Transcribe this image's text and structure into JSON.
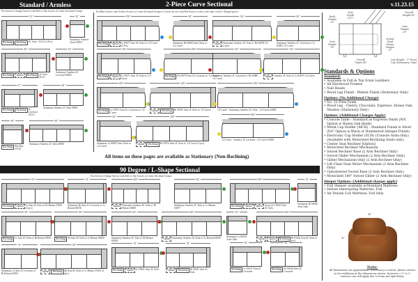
{
  "header": {
    "standard": "Standard / Armless",
    "curve": "2-Piece Curve Sectional",
    "version": "v.11.23.15",
    "lshape": "90 Degree / L-Shape Sectional"
  },
  "notes": {
    "standard": "Put Green or Orange Arrows with Red or Tan Arrows to Create Sectional Groups",
    "curve": "Put Blue Arrows with Yellow Arrows to Create Sectional Groups  or Green Arrows with Red Arrows  to mix with some of the L-Shaped pieces.",
    "lshape": "Put Green or Orange Arrows with Red or Tan Arrows to Create Sectional Groups",
    "stationary": "All items on these pages are available as Stationary (Non-Reclining)"
  },
  "colors": {
    "green": "#3a9a3a",
    "red": "#c0282a",
    "blue": "#2a8ad8",
    "yellow": "#e8d21a"
  },
  "sections": {
    "standard": [
      {
        "dim": "111\"",
        "label": "8C Sofa - 55112 (2 Pcs)",
        "seats": 4,
        "arms": "both",
        "tags": [
          "Reclining",
          "Reclining"
        ]
      },
      {
        "dim": "22\"",
        "label": "Stationary Armless Chair 63003",
        "seats": 1,
        "arms": "none",
        "tags": []
      },
      {
        "dim": "90\"",
        "label": "3C Sofa 55111",
        "seats": 3,
        "arms": "both",
        "tags": [
          "Reclining",
          "Option",
          "Reclining"
        ]
      },
      {
        "dim": "44\"",
        "label": "Stationary Armless 2C Loveseat 63002",
        "seats": 2,
        "arms": "none",
        "tags": []
      },
      {
        "dim": "67\"",
        "label": "2C Loveseat 55113",
        "seats": 2,
        "arms": "both",
        "tags": [
          "Reclining",
          "Reclining"
        ]
      },
      {
        "dim": "66\"",
        "label": "Stationary Armless 3C Sofa 63001",
        "seats": 3,
        "arms": "none",
        "tags": []
      },
      {
        "dim": "40\"",
        "label": "Recliner 55114",
        "seats": 1,
        "arms": "both",
        "tags": [
          "Reclining"
        ]
      },
      {
        "dim": "88\"",
        "label": "Stationary Armless 4C Sofa 63000",
        "seats": 4,
        "arms": "none",
        "tags": []
      }
    ],
    "curve": [
      {
        "dim": "150\"",
        "label": "Lt 55075 Arm 4C Sofa w/ 1/2 Curve (2 Pcs)",
        "seats": 4,
        "arms": "left",
        "tags": [
          "Reclining",
          "Option"
        ]
      },
      {
        "dim": "84\"",
        "label": "Stationary Rt 63084 Arm Chair w/ 1/2 Curve",
        "seats": 1,
        "arms": "right",
        "tags": []
      },
      {
        "dim": "116\"",
        "label": "Stationary Armless 3C Sofa w/ Rt 63078 1/2 Curve",
        "seats": 3,
        "arms": "none",
        "tags": [
          "Option"
        ]
      },
      {
        "dim": "84\"",
        "label": "Stationary Armless 2C Loveseat w/ Lt 63081 1/2 Curve",
        "seats": 2,
        "arms": "none",
        "tags": []
      },
      {
        "dim": "120\"",
        "label": "Lt 55071 Arm 3C Sofa w/ 1/2 Curve",
        "seats": 3,
        "arms": "left",
        "tags": [
          "Reclining",
          "Option"
        ]
      },
      {
        "dim": "100\"",
        "label": "Rt 55078 Arm 2C Loveseat w/ 1/2 Curve",
        "seats": 2,
        "arms": "right",
        "tags": [
          "Reclining"
        ]
      },
      {
        "dim": "90\"",
        "label": "Stationary Armless 2C Loveseat w/ Rt 63080 1/2 Curve",
        "seats": 2,
        "arms": "none",
        "tags": []
      },
      {
        "dim": "116\"",
        "label": "Armless 3C Sofa w/ Lt 63079 1/2 Curve",
        "seats": 3,
        "arms": "none",
        "tags": [
          "Option"
        ]
      },
      {
        "dim": "100\"",
        "label": "Lt 55073 Arm 2C Loveseat w/ 1/2 Curve",
        "seats": 2,
        "arms": "left",
        "tags": [
          "Reclining"
        ]
      },
      {
        "dim": "120\"",
        "label": "Rt 55070 Arm 3C Sofa w/ 1/2 Curve",
        "seats": 3,
        "arms": "right",
        "tags": [
          "Option",
          "Reclining"
        ]
      },
      {
        "dim": "190\"",
        "label": "1/2 Curve - Stationary Armless 3C Sofa - 1/2 Curve 63082",
        "seats": 3,
        "arms": "none",
        "tags": []
      },
      {
        "dim": "84\"",
        "label": "Stationary Lt 63085 Arm Chair w/ 1/2 Curve",
        "seats": 1,
        "arms": "left",
        "tags": []
      },
      {
        "dim": "150\"",
        "label": "Rt 55074 Arm 4C Sofa w/ 1/2 Curve (2 pcs)",
        "seats": 4,
        "arms": "right",
        "tags": [
          "Option",
          "Reclining"
        ]
      },
      {
        "dim": "160\"",
        "label": "1/2 Curve - Armless 2C Loveseat - 1/2 Curve 63083",
        "seats": 2,
        "arms": "none",
        "tags": []
      }
    ],
    "lshape": [
      {
        "dim": "110\"",
        "label": "Lt Arm 4C Sofa w/ Rt Return 55035 (2 pcs)",
        "seats": 4,
        "arms": "left",
        "tags": [
          "Reclining",
          "Option"
        ]
      },
      {
        "dim": "74\"",
        "label": "Stationary Rt Arm 2C Loveseat w/ Lt Return 63056",
        "seats": 2,
        "arms": "right",
        "tags": []
      },
      {
        "dim": "100\"",
        "label": "Stationary Armless 4C Sofa w/ Rt Return 63060",
        "seats": 4,
        "arms": "none",
        "tags": [
          "Option"
        ]
      },
      {
        "dim": "84\"",
        "label": "Stationary Armless 3C Sofa w/ Lt Return 63057",
        "seats": 3,
        "arms": "none",
        "tags": []
      },
      {
        "dim": "100\"",
        "label": "(2 pcs) Lt 55043 Arm 4C Sofa",
        "seats": 4,
        "arms": "left",
        "tags": [
          "Reclining",
          "Option",
          "Option"
        ]
      },
      {
        "dim": "35\"",
        "label": "Stationary Rt 63040 Arm Chair",
        "seats": 1,
        "arms": "right",
        "tags": []
      },
      {
        "dim": "90\"",
        "label": "Lt Arm 3C Sofa w/ Rt Return 55051",
        "seats": 3,
        "arms": "left",
        "tags": [
          "Reclining"
        ]
      },
      {
        "dim": "90\"",
        "label": "Rt Arm 3C Sofa w/ Lt Return 55050",
        "seats": 3,
        "arms": "right",
        "tags": [
          "Reclining"
        ]
      },
      {
        "dim": "84\"",
        "label": "Stationary Armless 3C Sofa w/ Rt Return 63058",
        "seats": 3,
        "arms": "none",
        "tags": []
      },
      {
        "dim": "100\"",
        "label": "Stationary Armless 4C Sofa w/ Lt Return 63059",
        "seats": 4,
        "arms": "none",
        "tags": [
          "Option"
        ]
      },
      {
        "dim": "35\"",
        "label": "Stationary Lt 63040 Arm Chair",
        "seats": 1,
        "arms": "left",
        "tags": []
      },
      {
        "dim": "100\"",
        "label": "Rt 55042 Arm 4C Sofa (2 pcs)",
        "seats": 4,
        "arms": "right",
        "tags": [
          "Option",
          "Option",
          "Reclining"
        ]
      },
      {
        "dim": "74\"",
        "label": "Stationary Lt Arm 2C Loveseat w/ Rt Return 63055",
        "seats": 2,
        "arms": "left",
        "tags": []
      },
      {
        "dim": "110\"",
        "label": "Rt Arm 4C Sofa w/ Lt Return 55033 (2 pcs)",
        "seats": 4,
        "arms": "right",
        "tags": [
          "Option",
          "Reclining"
        ]
      },
      {
        "dim": "76\"",
        "label": "Lt 55041 Arm 3C Sofa",
        "seats": 3,
        "arms": "left",
        "tags": [
          "Reclining",
          "Option"
        ]
      },
      {
        "dim": "76\"",
        "label": "Rt 55041 Arm 3C Sofa",
        "seats": 3,
        "arms": "right",
        "tags": [
          "Option",
          "Reclining"
        ]
      },
      {
        "dim": "56\"",
        "label": "Lt 55047 Arm 2C Loveseat",
        "seats": 2,
        "arms": "left",
        "tags": [
          "Reclining"
        ]
      },
      {
        "dim": "56\"",
        "label": "Rt 55046 Arm 2C Loveseat",
        "seats": 2,
        "arms": "right",
        "tags": [
          "Reclining"
        ]
      }
    ]
  },
  "diagram": {
    "seat_depth": "Seat Depth 20.5\"",
    "back_height": "Back Height 20\"",
    "overall_height": "Overall Height 41\"",
    "arm_height": "Arm Height 25\"",
    "seat_height": "Seat Height 19\"",
    "actual_hard_frame": "Actual Hard Frame Height 11\"",
    "overall_depth": "Overall Depth 40\"",
    "leg": "Leg Height - 3\" Wood Leg (Stationary Only)"
  },
  "options": {
    "title": "Standards & Options",
    "standard_h": "Standard:",
    "standard": [
      "Available in Full & Top Grain Leathers",
      "All Hardwood Frames",
      "Nail Heads",
      "Wood Leg Finish - Walnut Finish (Stationary Only)"
    ],
    "noCharge_h": "Options: (No Additional Charge)",
    "noCharge": [
      "No. 33 Firm Foam",
      "Wood Leg - Cherry, Chocolate, Espresso, Honey Oak, Shadow (Stationary Only)"
    ],
    "charge_h": "Options: (Additional Charges Apply)",
    "charge": [
      "Console Table - Standard as Espresso finish (N/C Option is Honey Oak finish)",
      "Metal Cup Holder (MCH) - Standard Finish is Silver (N/C Option is Black or Hammered Antique Finish)",
      "Electronic Cup Holder (ECH) (Console Arms Only) (Available with Motorized Reclining Seats only)",
      "Center Seat Recliner [Option]",
      "Motorized Recliner Mechanism",
      "Swivel Recliner Base (2 Arm Recliner Only)",
      "Swivel Glider Mechanism (2 Arm Recliner Only)",
      "Glider Mechanism Only (2 Arm Recliner Only)",
      "Lift Chair Dual Motor Mechanism (2 Arm Recliner Only)",
      "Upholstered Swivel Base (2 Arm Recliner Only)",
      "Motorized 180° Swivel Glider (2 Arm Recliner Only)"
    ],
    "sleeper_h": "Sleeper Options: (Additional charges apply)",
    "sleeper": [
      "Full Sleeper available w/Standard Mattress",
      "Deluxe Innerspring Mattress: Full",
      "Air Dream Coil Mattress: Full Only"
    ],
    "chair_w": "40\"",
    "chair_h": "41\"",
    "note_h": "Note:",
    "note": "All Dimensions are approximate, if accuracy is crucial, please contact us for validation of the dimensions shown. However, a 1\" to 2\" variance can still apply due to foam and upholstery."
  }
}
